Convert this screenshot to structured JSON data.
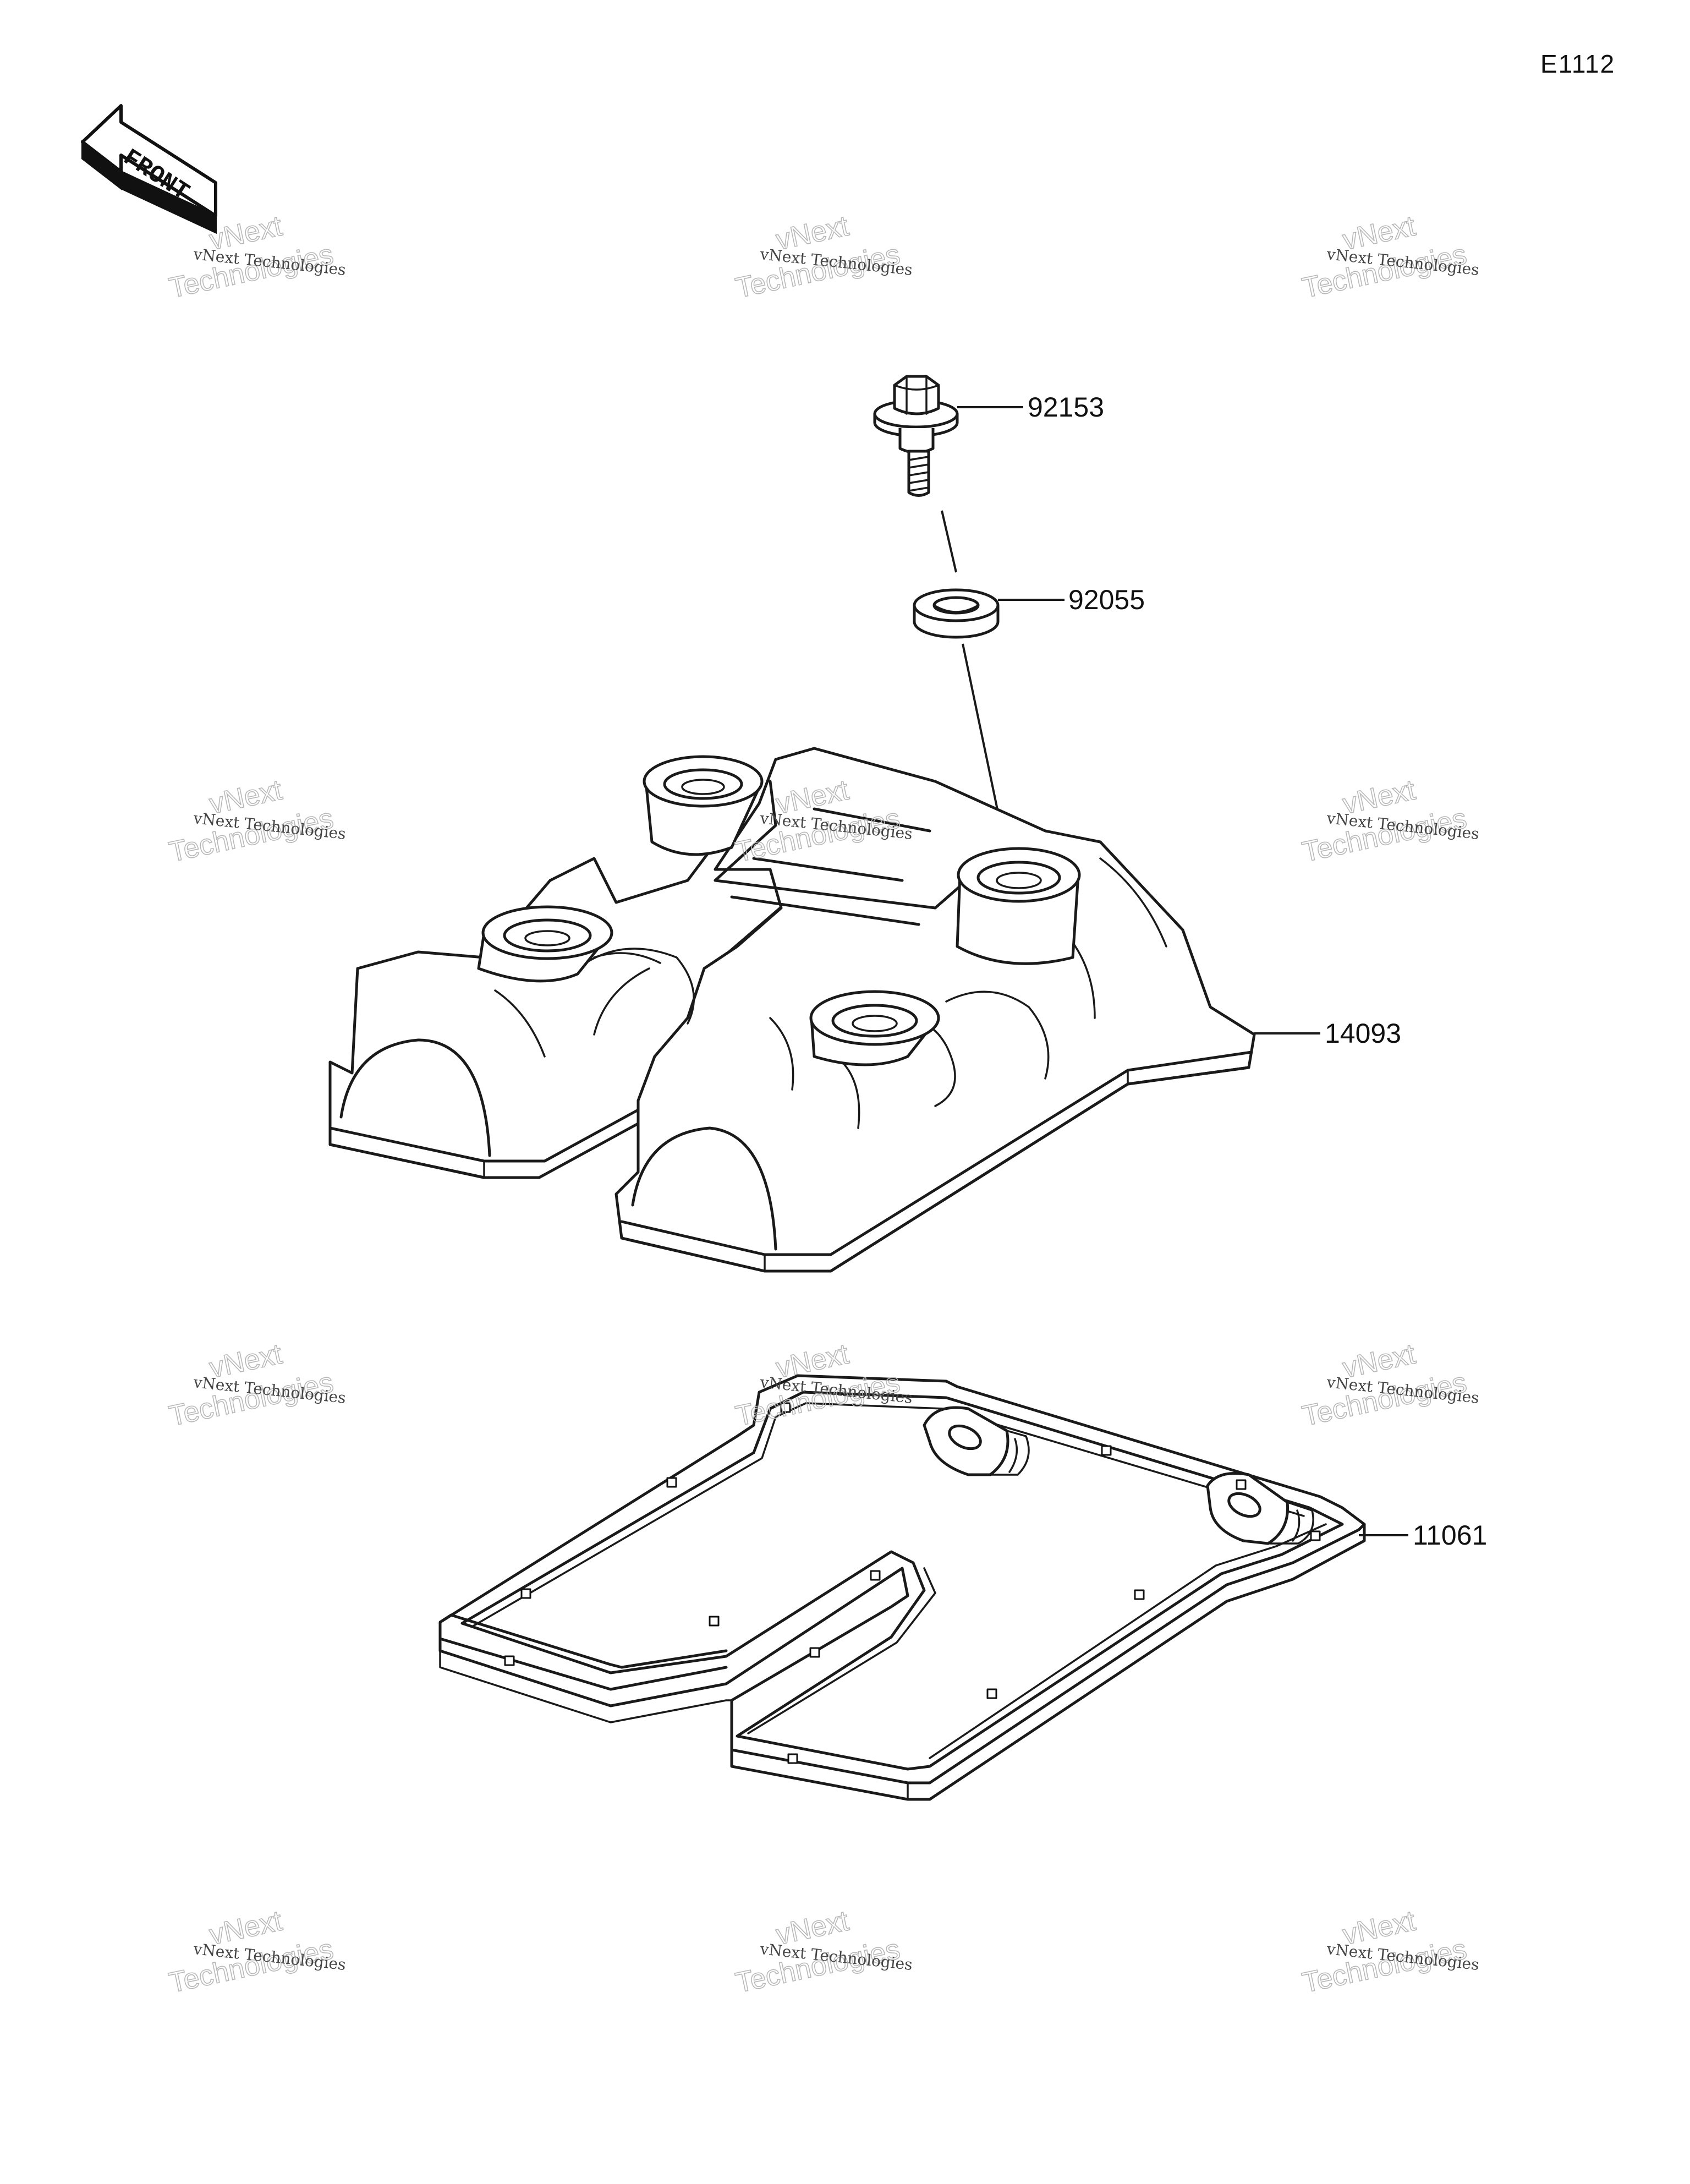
{
  "diagram_id": "E1112",
  "front_label": "FRONT",
  "watermark": {
    "small": "vNext Technologies",
    "big_line1": "vNext",
    "big_line2": "Technologies"
  },
  "parts": [
    {
      "number": "92153",
      "name": "bolt"
    },
    {
      "number": "92055",
      "name": "washer"
    },
    {
      "number": "14093",
      "name": "cylinder-head-cover"
    },
    {
      "number": "11061",
      "name": "gasket"
    }
  ]
}
